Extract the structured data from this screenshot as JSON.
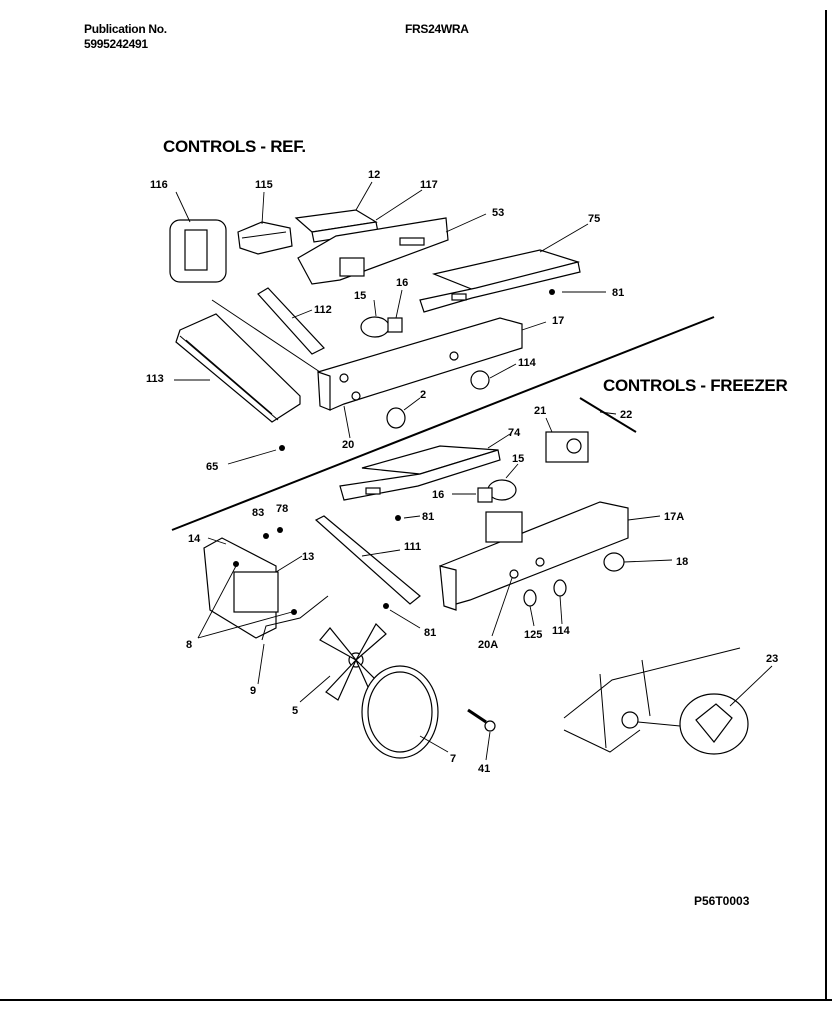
{
  "header": {
    "publication_label": "Publication No.",
    "publication_number": "5995242491",
    "model": "FRS24WRA"
  },
  "sections": {
    "refrigerator_title": "CONTROLS - REF.",
    "freezer_title": "CONTROLS - FREEZER"
  },
  "diagram_code": "P56T0003",
  "part_labels": {
    "p116": "116",
    "p115": "115",
    "p12": "12",
    "p117": "117",
    "p53": "53",
    "p75": "75",
    "p81a": "81",
    "p112": "112",
    "p15a": "15",
    "p16a": "16",
    "p17": "17",
    "p113": "113",
    "p114a": "114",
    "p2": "2",
    "p20": "20",
    "p65": "65",
    "p74": "74",
    "p21": "21",
    "p22": "22",
    "p15b": "15",
    "p16b": "16",
    "p81b": "81",
    "p83": "83",
    "p78": "78",
    "p17a": "17A",
    "p14": "14",
    "p13": "13",
    "p111": "111",
    "p18": "18",
    "p8": "8",
    "p81c": "81",
    "p125": "125",
    "p114b": "114",
    "p20a": "20A",
    "p9": "9",
    "p5": "5",
    "p23": "23",
    "p7": "7",
    "p41": "41"
  }
}
